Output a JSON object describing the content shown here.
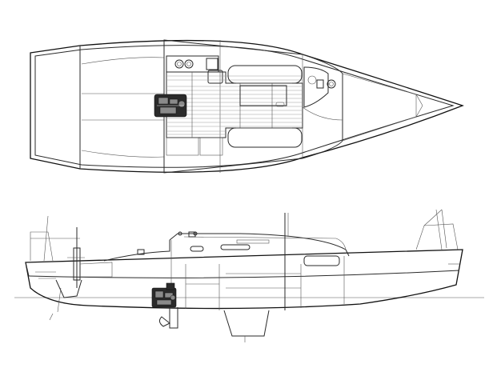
{
  "drawing": {
    "views": [
      {
        "id": "plan",
        "kind": "accommodation-plan"
      },
      {
        "id": "profile",
        "kind": "side-profile"
      }
    ],
    "line_color": "#2a2a2a",
    "background": "#ffffff",
    "engine_fill": "#2b2b2b"
  }
}
